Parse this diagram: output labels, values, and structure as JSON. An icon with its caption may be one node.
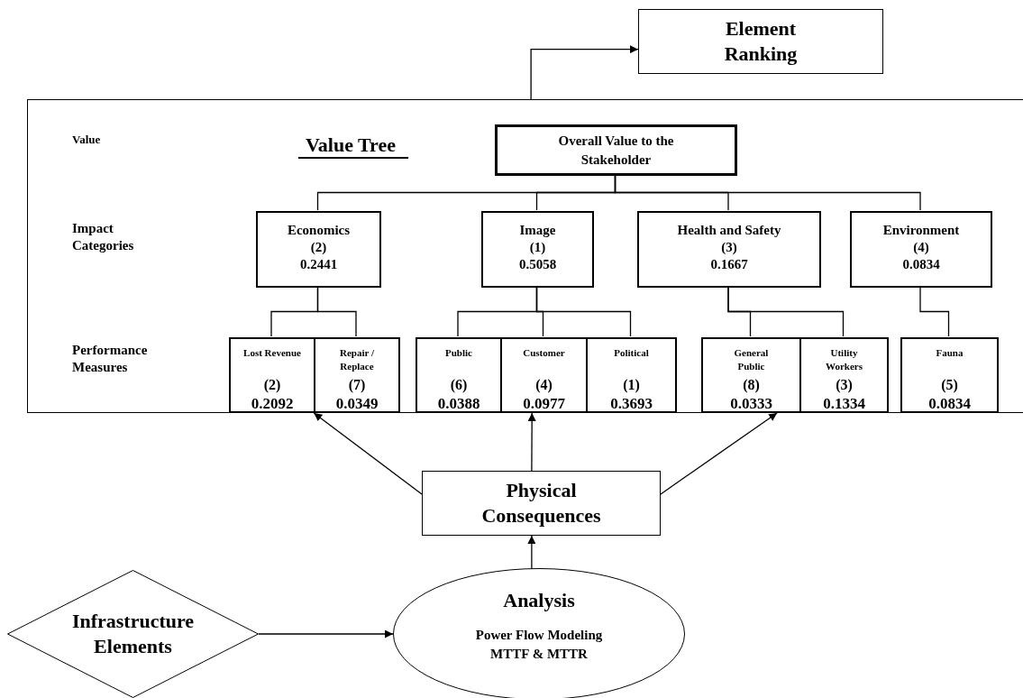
{
  "diagram": {
    "nodes": [
      {
        "text": [
          "Element Ranking"
        ]
      },
      {
        "text": [
          "Value Tree"
        ]
      },
      {
        "text": [
          "Overall Value to the Stakeholder"
        ],
        "in": 1
      },
      {
        "text": [
          "Economics",
          "(2)",
          "0.2441"
        ],
        "in": 1
      },
      {
        "text": [
          "Image",
          "(1)",
          "0.5058"
        ],
        "in": 1
      },
      {
        "text": [
          "Health and Safety",
          "(3)",
          "0.1667"
        ],
        "in": 1
      },
      {
        "text": [
          "Environment",
          "(4)",
          "0.0834"
        ],
        "in": 1
      },
      {
        "text": [
          "Lost Revenue",
          "(2)",
          "0.2092"
        ],
        "in": 1
      },
      {
        "text": [
          "Repair / Replace",
          "(7)",
          "0.0349"
        ],
        "in": 1
      },
      {
        "text": [
          "Public",
          "(6)",
          "0.0388"
        ],
        "in": 1
      },
      {
        "text": [
          "Customer",
          "(4)",
          "0.0977"
        ],
        "in": 1
      },
      {
        "text": [
          "Political",
          "(1)",
          "0.3693"
        ],
        "in": 1
      },
      {
        "text": [
          "General Public",
          "(8)",
          "0.0333"
        ],
        "in": 1
      },
      {
        "text": [
          "Utility Workers",
          "(3)",
          "0.1334"
        ],
        "in": 1
      },
      {
        "text": [
          "Fauna",
          "(5)",
          "0.0834"
        ],
        "in": 1
      },
      {
        "text": [
          "Physical Consequences"
        ]
      },
      {
        "text": [
          "Infrastructure Elements"
        ]
      },
      {
        "text": [
          "Analysis",
          "Power Flow Modeling MTTF & MTTR"
        ]
      }
    ],
    "edges": [
      {
        "from": 2,
        "to": 3,
        "arrow": "none"
      },
      {
        "from": 2,
        "to": 4,
        "arrow": "none"
      },
      {
        "from": 2,
        "to": 5,
        "arrow": "none"
      },
      {
        "from": 2,
        "to": 6,
        "arrow": "none"
      },
      {
        "from": 3,
        "to": 7,
        "arrow": "none"
      },
      {
        "from": 3,
        "to": 8,
        "arrow": "none"
      },
      {
        "from": 4,
        "to": 9,
        "arrow": "none"
      },
      {
        "from": 4,
        "to": 10,
        "arrow": "none"
      },
      {
        "from": 4,
        "to": 11,
        "arrow": "none"
      },
      {
        "from": 5,
        "to": 12,
        "arrow": "none"
      },
      {
        "from": 5,
        "to": 13,
        "arrow": "none"
      },
      {
        "from": 6,
        "to": 14,
        "arrow": "none"
      },
      {
        "from": 15,
        "to": 1,
        "arrow": "to"
      },
      {
        "from": 15,
        "to": 1,
        "arrow": "to"
      },
      {
        "from": 15,
        "to": 1,
        "arrow": "to"
      },
      {
        "from": 17,
        "to": 15,
        "arrow": "to"
      },
      {
        "from": 16,
        "to": 17,
        "arrow": "to"
      },
      {
        "from": 1,
        "to": 0,
        "arrow": "to"
      }
    ],
    "labels": [
      "Value",
      "Impact Categories",
      "Performance Measures"
    ]
  }
}
